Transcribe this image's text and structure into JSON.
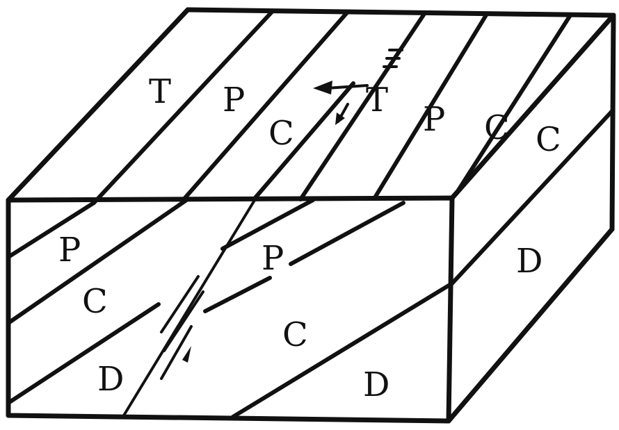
{
  "labels": {
    "top_t1": "T",
    "top_p1": "P",
    "top_c1": "C",
    "top_t2": "T",
    "top_p2": "P",
    "top_c2": "C",
    "top_c3": "C",
    "front_p1": "P",
    "front_c1": "C",
    "front_d1": "D",
    "front_p2": "P",
    "front_c2": "C",
    "front_d2": "D",
    "side_d": "D"
  },
  "colors": {
    "ink": "#111111",
    "paper": "#ffffff"
  }
}
